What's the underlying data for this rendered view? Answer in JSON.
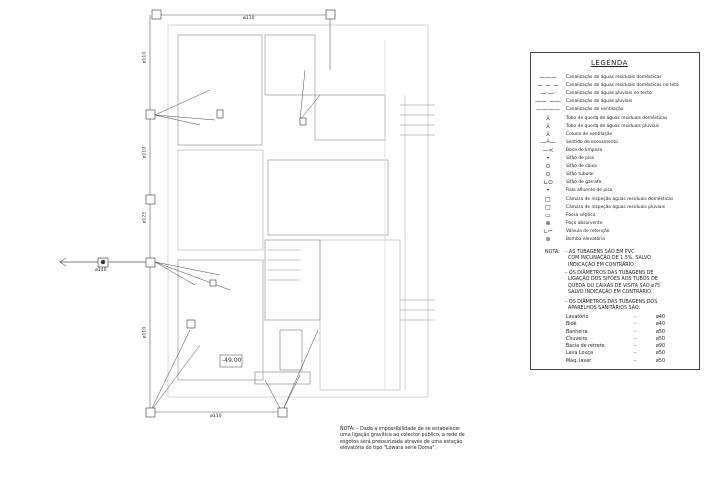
{
  "drawing": {
    "dim_labels": {
      "top": "ø110",
      "bottom": "ø110",
      "left_1": "ø110",
      "left_2": "ø110",
      "left_3": "ø125",
      "left_4": "ø110",
      "outlet": "ø140",
      "level": "-49.00"
    }
  },
  "legend": {
    "title": "LEGENDA",
    "items": [
      {
        "symbol": "line-solid",
        "label": "Canalização de águas residuais domésticas"
      },
      {
        "symbol": "line-dashed",
        "label": "Canalização de águas residuais domésticas no teto"
      },
      {
        "symbol": "line-dashdot",
        "label": "Canalização de águas pluviais no tecto"
      },
      {
        "symbol": "line-long-dash",
        "label": "Canalização de águas pluviais"
      },
      {
        "symbol": "line-thin",
        "label": "Canalização de ventilação"
      },
      {
        "symbol": "tq-domestic",
        "label": "Tubo de queda de águas residuais domésticas"
      },
      {
        "symbol": "tq-pluvial",
        "label": "Tubo de queda de águas residuais pluviais"
      },
      {
        "symbol": "vent-column",
        "label": "Coluna de ventilação"
      },
      {
        "symbol": "flow-direction",
        "label": "Sentido do escoamento"
      },
      {
        "symbol": "cleanout",
        "label": "Boca de limpeza"
      },
      {
        "symbol": "floor-trap",
        "label": "Sifão de piso"
      },
      {
        "symbol": "box-trap",
        "label": "Sifão de caixa"
      },
      {
        "symbol": "tube-trap",
        "label": "Sifão tubular"
      },
      {
        "symbol": "neck-trap",
        "label": "Sifão de garrafa"
      },
      {
        "symbol": "floor-drain",
        "label": "Ralo afluente de piso"
      },
      {
        "symbol": "inspection-domestic",
        "label": "Câmara de inspeção águas residuais domésticas"
      },
      {
        "symbol": "inspection-pluvial",
        "label": "Câmara de inspeção águas residuais pluviais"
      },
      {
        "symbol": "septic",
        "label": "Fossa séptica"
      },
      {
        "symbol": "absorbing-well",
        "label": "Poço absorvente"
      },
      {
        "symbol": "check-valve",
        "label": "Válvula de retenção"
      },
      {
        "symbol": "pump",
        "label": "Bomba elevatória"
      }
    ]
  },
  "notes": {
    "label": "NOTA:",
    "note1": "– AS TUBAGENS SÃO EM PVC\n  COM INCLINAÇÃO DE 1.5%, SALVO\n  INDICAÇÃO EM CONTRÁRIO.",
    "note2": "– OS DIÂMETROS DAS TUBAGENS DE\n  LIGAÇÃO DOS SIFÕES AOS TUBOS DE\n  QUEDA OU CAIXAS DE VISITA SÃO ø75\n  SALVO INDICAÇÃO EM CONTRÁRIO.",
    "note3": "– OS DIÂMETROS DAS TUBAGENS DOS\n  APARELHOS SANITÁRIOS SÃO:",
    "fixtures": [
      {
        "name": "Lavatório",
        "dash": "–",
        "diameter": "ø40"
      },
      {
        "name": "Bidé",
        "dash": "–",
        "diameter": "ø40"
      },
      {
        "name": "Banheira",
        "dash": "–",
        "diameter": "ø50"
      },
      {
        "name": "Chuveiro",
        "dash": "–",
        "diameter": "ø50"
      },
      {
        "name": "Bacia de retrete",
        "dash": "–",
        "diameter": "ø90"
      },
      {
        "name": "Lava Louça",
        "dash": "–",
        "diameter": "ø50"
      },
      {
        "name": "Máq. lavar",
        "dash": "–",
        "diameter": "ø50"
      }
    ]
  },
  "bottom_note": "NOTA: – Dada a impossibilidade de se estabelecer\numa ligação gravítica ao colector público, a rede de\nesgotos será pressurizada através de uma estação\nelevatória do tipo \"Lowara serie Doma\"."
}
